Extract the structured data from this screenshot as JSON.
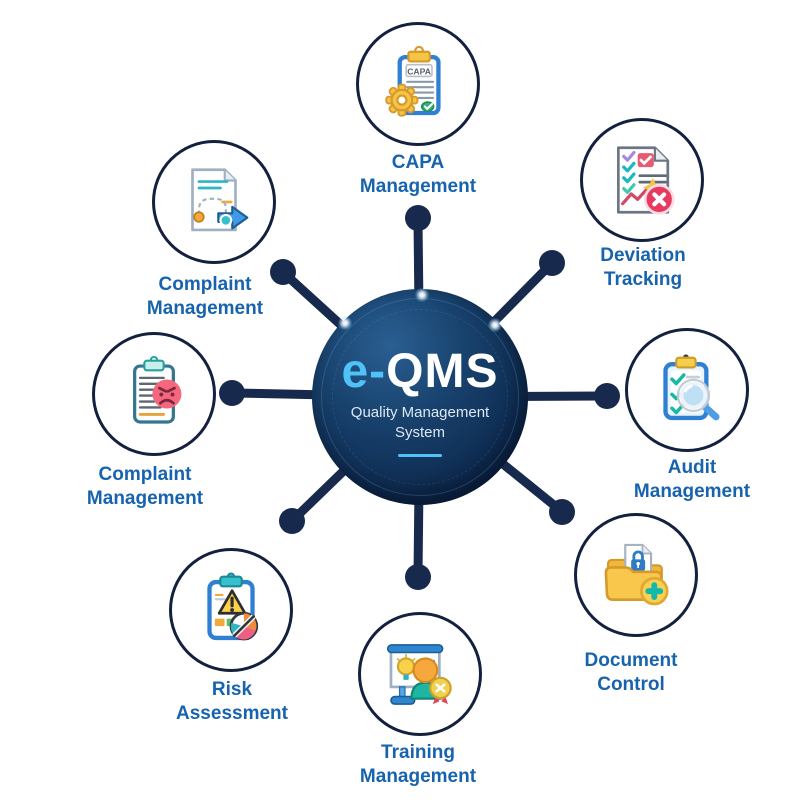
{
  "hub": {
    "brand_prefix": "e-",
    "brand_main": "QMS",
    "subtitle_line1": "Quality Management",
    "subtitle_line2": "System"
  },
  "nodes": [
    {
      "id": "capa",
      "label_line1": "CAPA",
      "label_line2": "Management",
      "icon": "clipboard-gear-icon",
      "icon_text": "CAPA"
    },
    {
      "id": "deviation",
      "label_line1": "Deviation",
      "label_line2": "Tracking",
      "icon": "document-checklist-error-icon"
    },
    {
      "id": "audit",
      "label_line1": "Audit",
      "label_line2": "Management",
      "icon": "clipboard-magnifier-icon"
    },
    {
      "id": "document-control",
      "label_line1": "Document",
      "label_line2": "Control",
      "icon": "folder-lock-plus-icon"
    },
    {
      "id": "training",
      "label_line1": "Training",
      "label_line2": "Management",
      "icon": "presentation-trainee-badge-icon"
    },
    {
      "id": "risk",
      "label_line1": "Risk",
      "label_line2": "Assessment",
      "icon": "clipboard-warning-pie-icon"
    },
    {
      "id": "complaint-left",
      "label_line1": "Complaint",
      "label_line2": "Management",
      "icon": "clipboard-angry-face-icon"
    },
    {
      "id": "complaint-upper-left",
      "label_line1": "Complaint",
      "label_line2": "Management",
      "icon": "document-forward-arrow-icon"
    }
  ],
  "colors": {
    "label_text": "#1763ae",
    "hub_accent": "#4fc3f7",
    "hub_background_dark": "#0a2040",
    "hub_background_light": "#2a5f92",
    "spoke": "#18294e",
    "node_border": "#13213f",
    "background": "#ffffff"
  }
}
